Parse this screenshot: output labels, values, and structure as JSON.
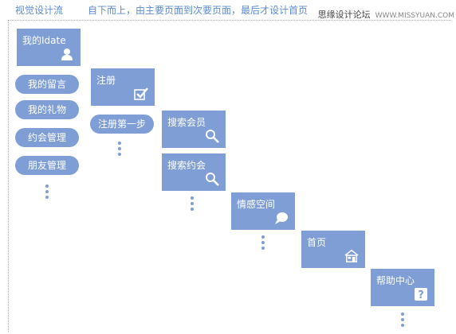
{
  "header": {
    "title": "视觉设计流",
    "description": "自下而上，由主要页面到次要页面，最后才设计首页"
  },
  "watermark": {
    "site_name": "思缘设计论坛",
    "url": "WWW.MISSYUAN.COM"
  },
  "cards": [
    {
      "label": "我的Idate",
      "icon": "user-icon"
    },
    {
      "label": "注册",
      "icon": "checkmark-icon"
    },
    {
      "label": "搜索会员",
      "icon": "search-icon"
    },
    {
      "label": "搜索约会",
      "icon": "search-icon"
    },
    {
      "label": "情感空间",
      "icon": "speech-bubble-icon"
    },
    {
      "label": "首页",
      "icon": "house-icon"
    },
    {
      "label": "帮助中心",
      "icon": "question-icon"
    }
  ],
  "pills": [
    {
      "label": "我的留言"
    },
    {
      "label": "我的礼物"
    },
    {
      "label": "约会管理"
    },
    {
      "label": "朋友管理"
    },
    {
      "label": "注册第一步"
    }
  ],
  "colors": {
    "card": "#7f9ed6",
    "header_text": "#5b8ccf",
    "frame": "#b3b3b3"
  }
}
